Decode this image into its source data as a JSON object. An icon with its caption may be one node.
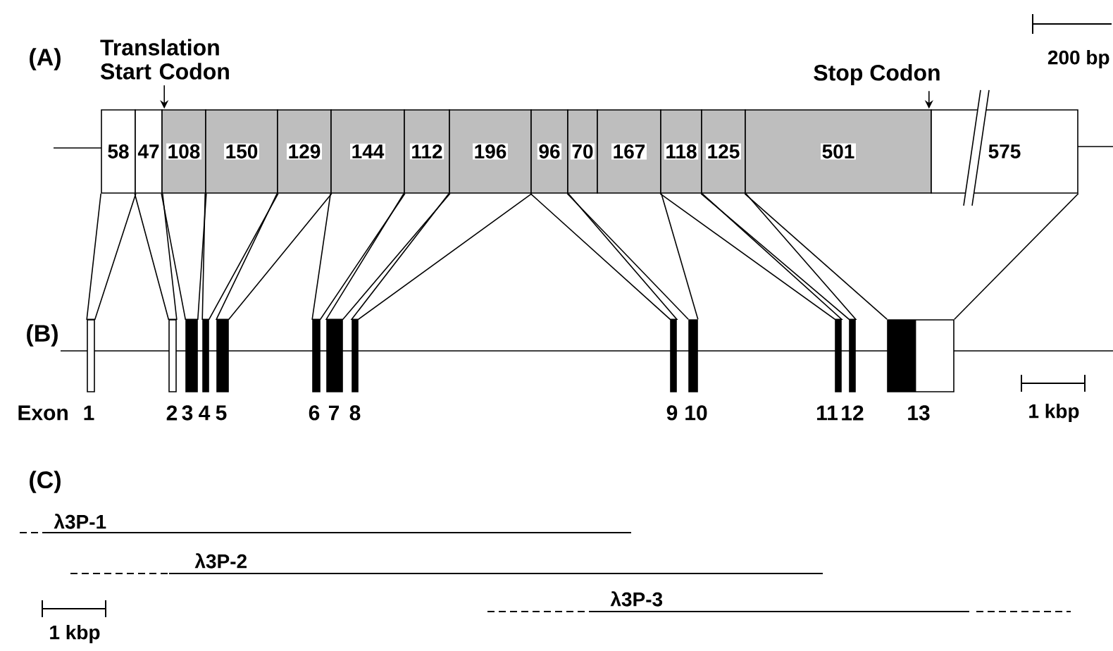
{
  "diagram": {
    "nodes": [
      {
        "text": [
          "Translation Start Codon"
        ]
      },
      {
        "text": [
          "Stop Codon"
        ]
      },
      {
        "text": [
          "58"
        ]
      },
      {
        "text": [
          "47"
        ]
      },
      {
        "text": [
          "108"
        ]
      },
      {
        "text": [
          "150"
        ]
      },
      {
        "text": [
          "129"
        ]
      },
      {
        "text": [
          "144"
        ]
      },
      {
        "text": [
          "112"
        ]
      },
      {
        "text": [
          "196"
        ]
      },
      {
        "text": [
          "96"
        ]
      },
      {
        "text": [
          "70"
        ]
      },
      {
        "text": [
          "167"
        ]
      },
      {
        "text": [
          "118"
        ]
      },
      {
        "text": [
          "125"
        ]
      },
      {
        "text": [
          "501"
        ]
      },
      {
        "text": [
          "575"
        ]
      },
      {
        "text": [],
        "shape": "bar",
        "beside": [
          "1"
        ]
      },
      {
        "text": [],
        "shape": "bar",
        "beside": [
          "2"
        ]
      },
      {
        "text": [],
        "shape": "bar",
        "beside": [
          "3"
        ]
      },
      {
        "text": [],
        "shape": "bar",
        "beside": [
          "4"
        ]
      },
      {
        "text": [],
        "shape": "bar",
        "beside": [
          "5"
        ]
      },
      {
        "text": [],
        "shape": "bar",
        "beside": [
          "6"
        ]
      },
      {
        "text": [],
        "shape": "bar",
        "beside": [
          "7"
        ]
      },
      {
        "text": [],
        "shape": "bar",
        "beside": [
          "8"
        ]
      },
      {
        "text": [],
        "shape": "bar",
        "beside": [
          "9"
        ]
      },
      {
        "text": [],
        "shape": "bar",
        "beside": [
          "10"
        ]
      },
      {
        "text": [],
        "shape": "bar",
        "beside": [
          "11"
        ]
      },
      {
        "text": [],
        "shape": "bar",
        "beside": [
          "12"
        ]
      },
      {
        "text": [],
        "shape": "bar",
        "beside": [
          "13"
        ]
      }
    ],
    "edges": [
      {
        "from": 0,
        "to": 4,
        "arrow": "to"
      },
      {
        "from": 1,
        "to": 15,
        "arrow": "to"
      },
      {
        "from": 2,
        "to": 17,
        "arrow": "none"
      },
      {
        "from": 3,
        "to": 18,
        "arrow": "none"
      },
      {
        "from": 4,
        "to": 19,
        "arrow": "none"
      },
      {
        "from": 5,
        "to": 20,
        "arrow": "none"
      },
      {
        "from": 6,
        "to": 21,
        "arrow": "none"
      },
      {
        "from": 7,
        "to": 22,
        "arrow": "none"
      },
      {
        "from": 8,
        "to": 23,
        "arrow": "none"
      },
      {
        "from": 9,
        "to": 24,
        "arrow": "none"
      },
      {
        "from": 10,
        "to": 25,
        "arrow": "none"
      },
      {
        "from": 11,
        "to": 26,
        "arrow": "none"
      },
      {
        "from": 12,
        "to": 26,
        "arrow": "none"
      },
      {
        "from": 13,
        "to": 27,
        "arrow": "none"
      },
      {
        "from": 14,
        "to": 28,
        "arrow": "none"
      },
      {
        "from": 15,
        "to": 29,
        "arrow": "none"
      },
      {
        "from": 16,
        "to": 29,
        "arrow": "none"
      }
    ],
    "labels": [
      "(A)",
      "200 bp",
      "(B)",
      "Exon",
      "1 kbp",
      "(C)",
      "λ3P-1",
      "λ3P-2",
      "λ3P-3",
      "1 kbp"
    ]
  }
}
